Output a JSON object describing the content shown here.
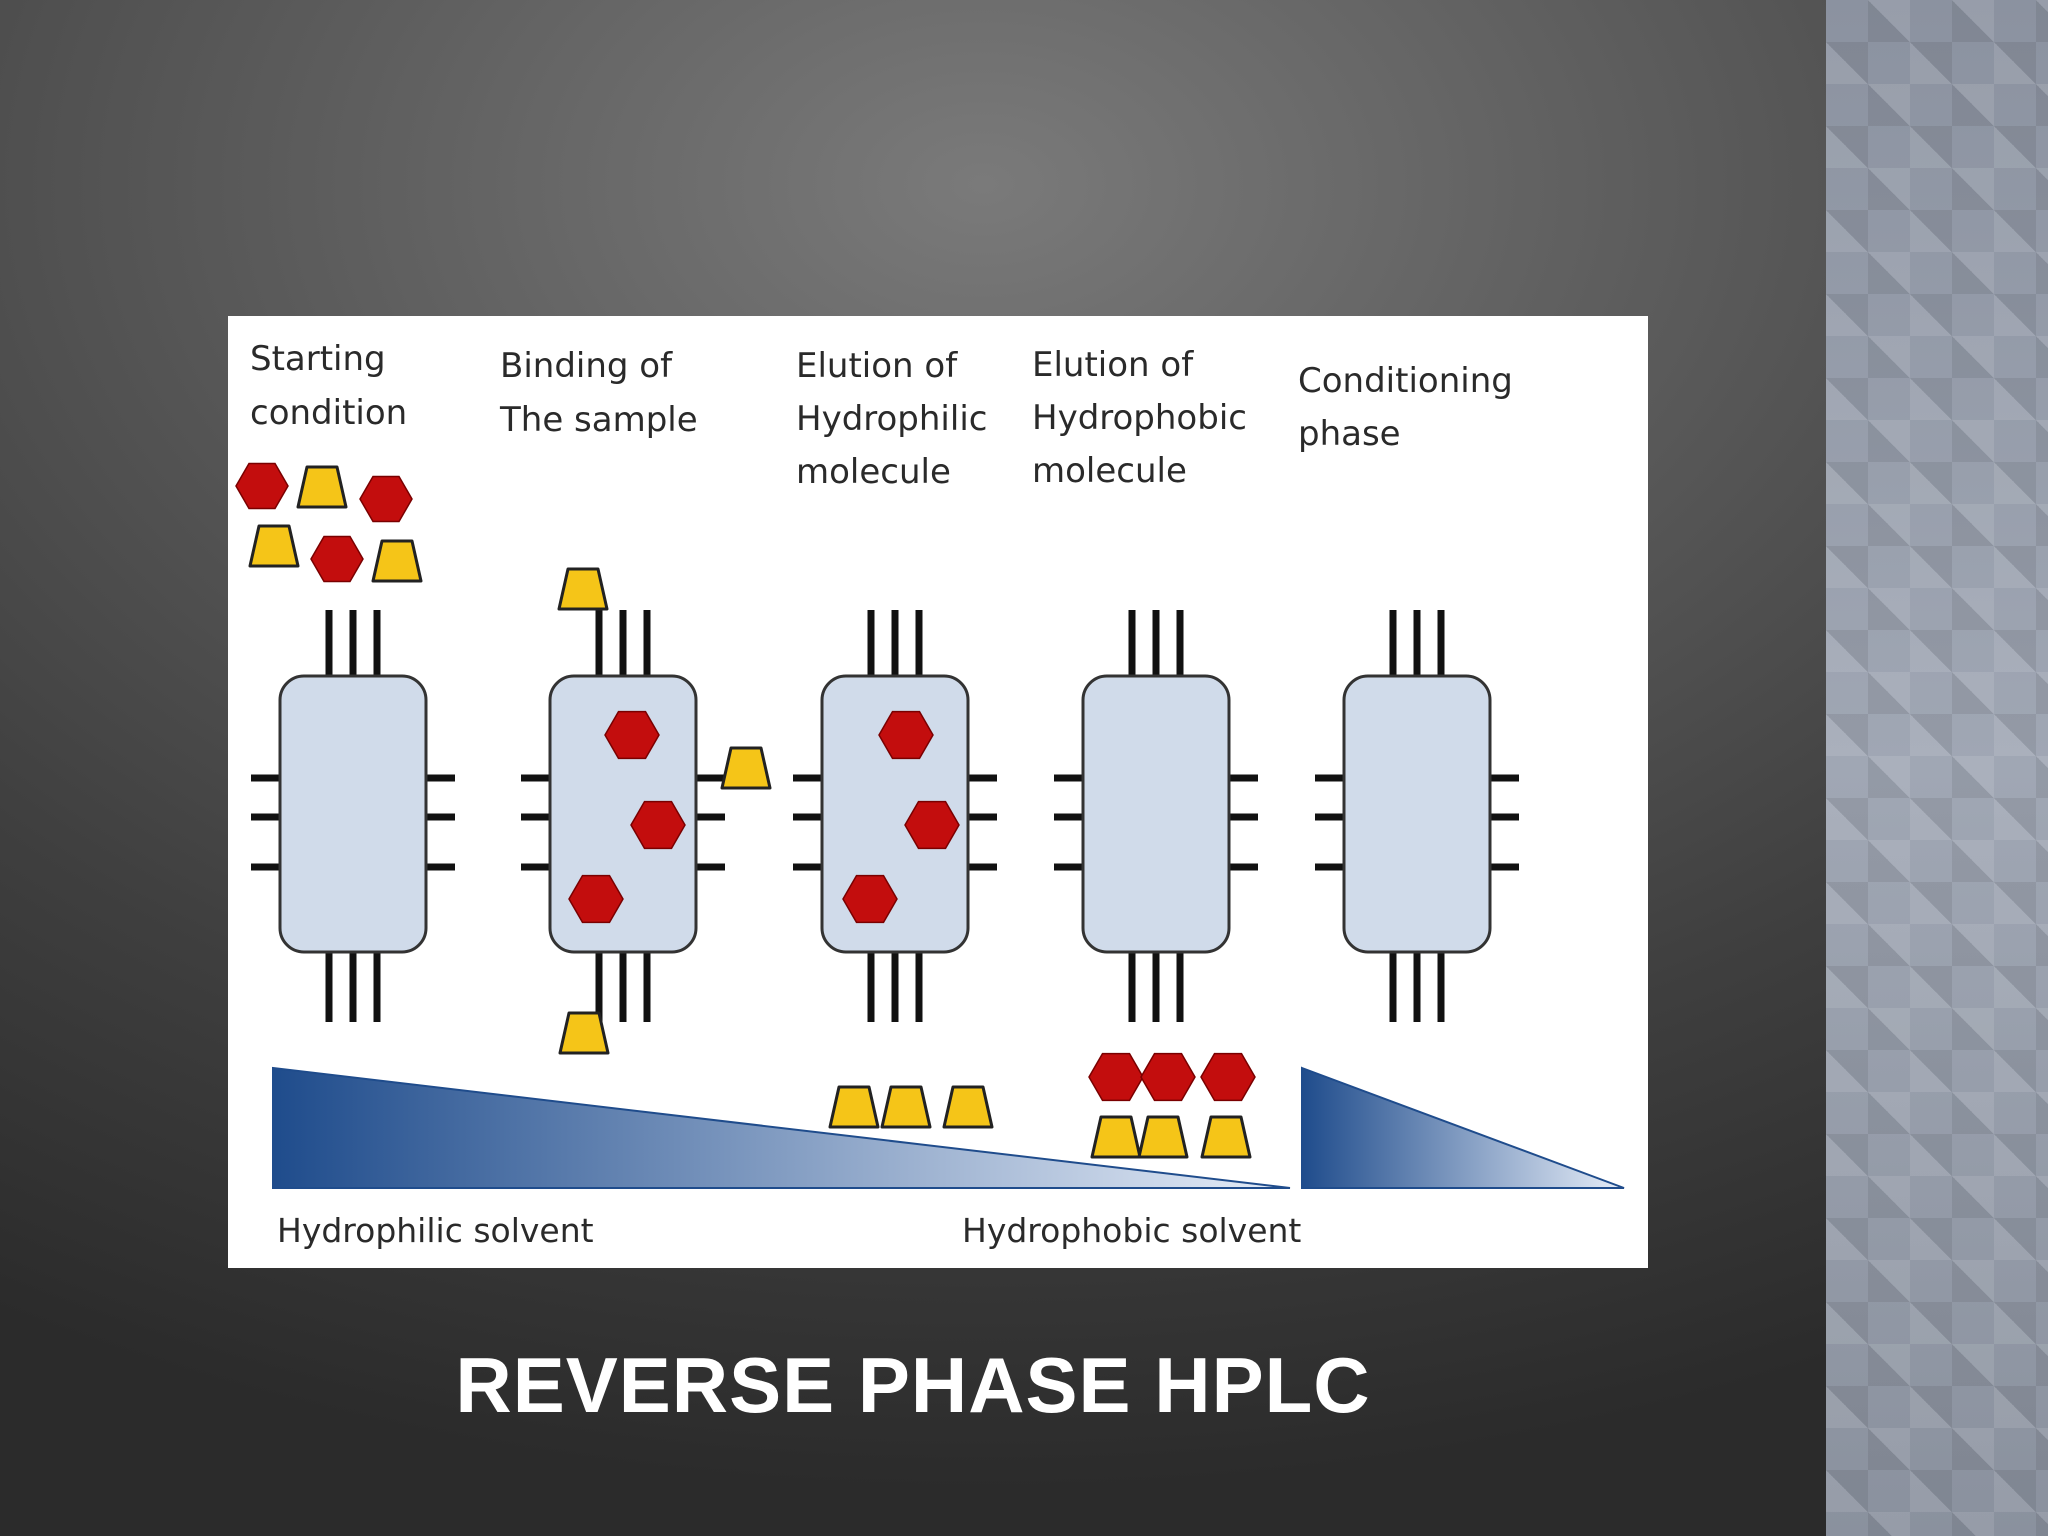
{
  "slide": {
    "title": "REVERSE PHASE HPLC"
  },
  "diagram": {
    "stages": [
      {
        "lines": [
          "Starting",
          "condition"
        ]
      },
      {
        "lines": [
          "Binding of",
          "The sample"
        ]
      },
      {
        "lines": [
          "Elution of",
          "Hydrophilic",
          "molecule"
        ]
      },
      {
        "lines": [
          "Elution of",
          "Hydrophobic",
          "molecule"
        ]
      },
      {
        "lines": [
          "Conditioning",
          "phase"
        ]
      }
    ],
    "axis": {
      "left_label": "Hydrophilic solvent",
      "right_label": "Hydrophobic solvent"
    },
    "legend_shapes": {
      "hydrophobic_molecule": "red hexagon",
      "hydrophilic_molecule": "yellow trapezoid"
    },
    "colors": {
      "hexagon": "#c30d0d",
      "trapezoid": "#f5c518",
      "bead": "#d0dbea",
      "gradient_dark": "#1f4c8c",
      "gradient_light": "#e6edf8"
    }
  }
}
